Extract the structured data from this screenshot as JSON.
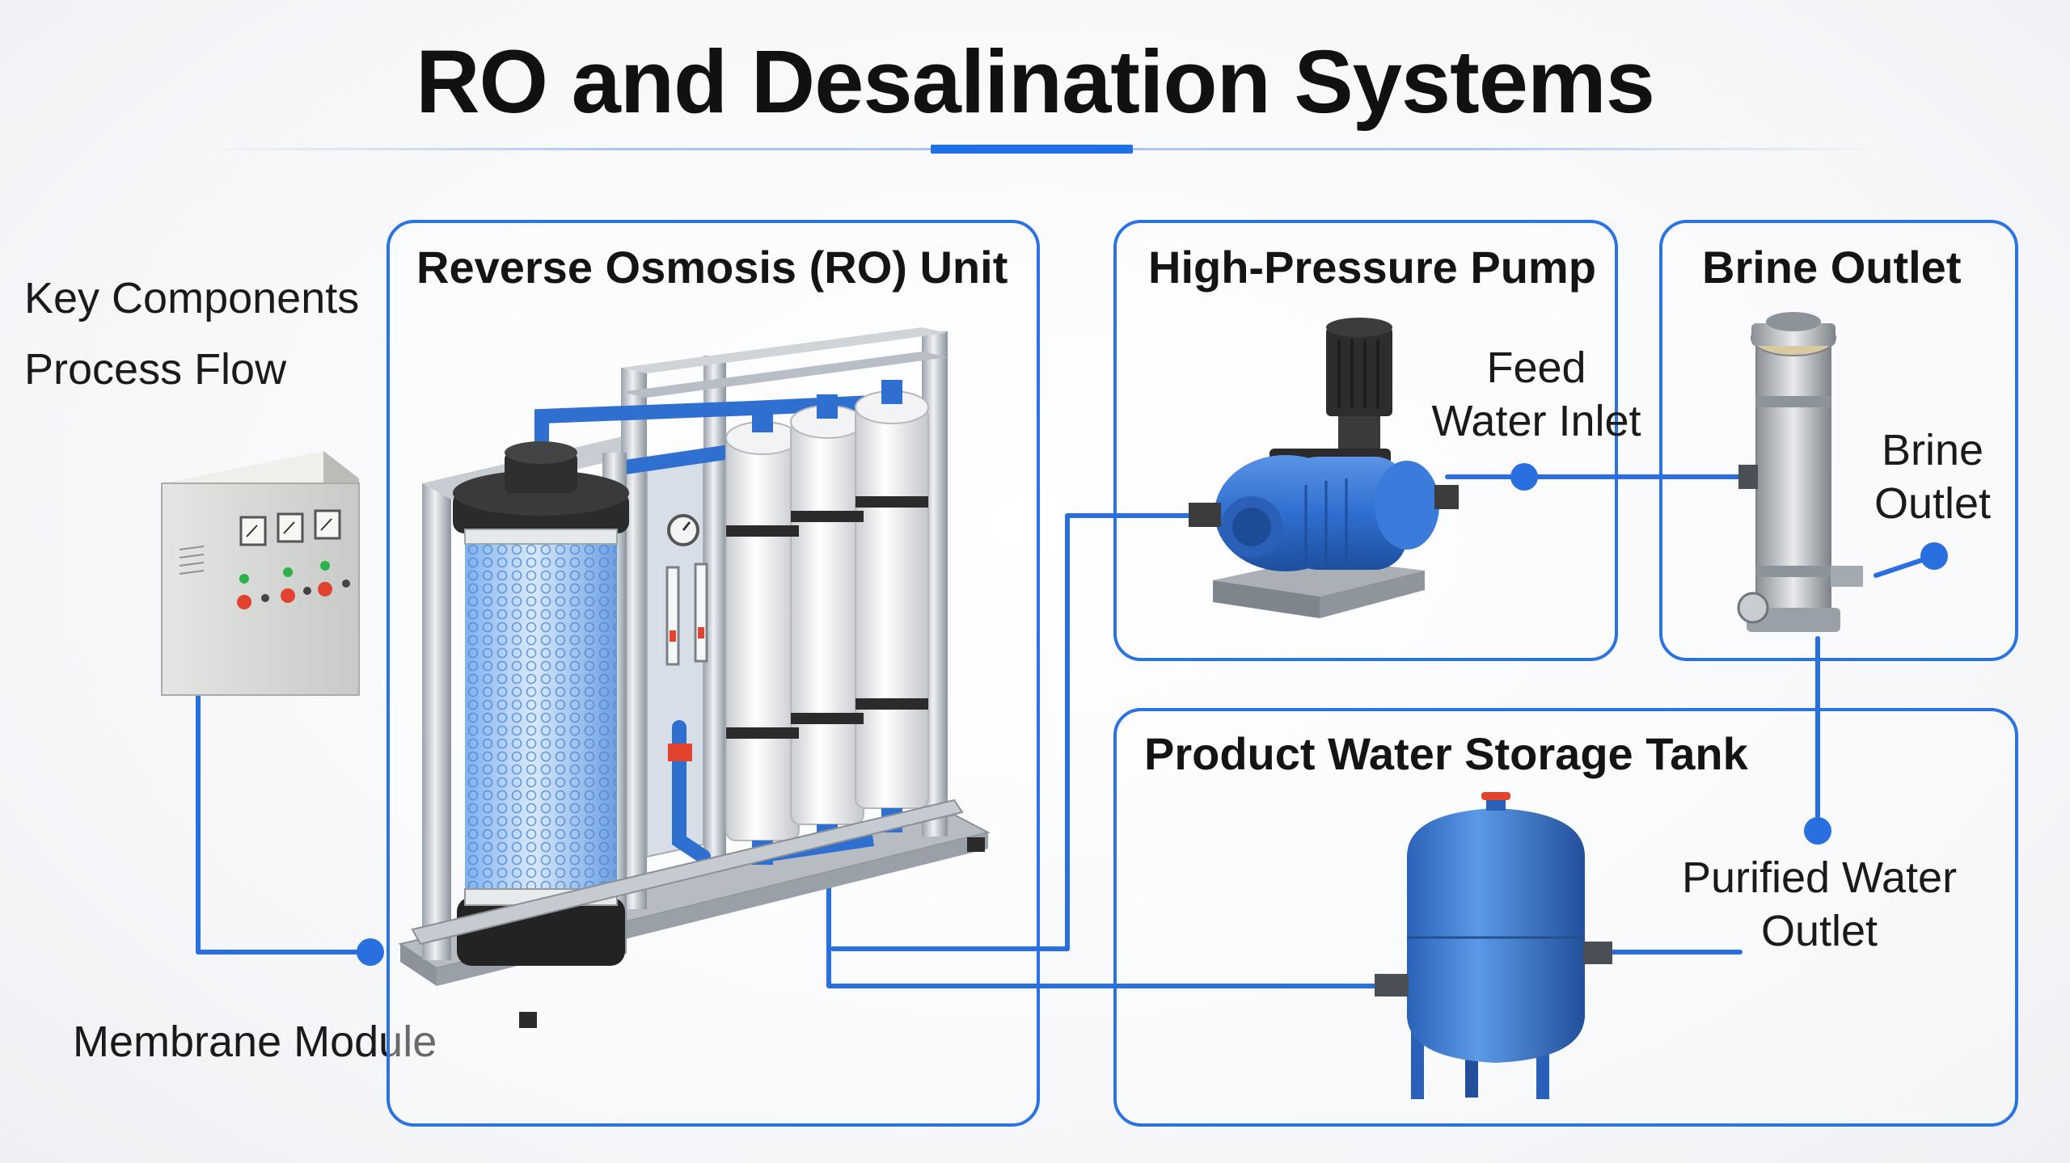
{
  "title": "RO and Desalination Systems",
  "colors": {
    "accent": "#1f6fe5",
    "panel_border": "#2b73e0",
    "flow_line": "#2a6fe0",
    "pump_blue": "#2f6fd0",
    "tank_blue": "#3b7fd9"
  },
  "side_labels": {
    "key_components": "Key Components",
    "process_flow": "Process Flow",
    "membrane_module": "Membrane Module"
  },
  "panels": {
    "ro_unit": {
      "title": "Reverse Osmosis (RO) Unit"
    },
    "pump": {
      "title": "High-Pressure Pump",
      "label_line1": "Feed",
      "label_line2": "Water Inlet"
    },
    "brine": {
      "title": "Brine Outlet",
      "label_line1": "Brine",
      "label_line2": "Outlet"
    },
    "storage": {
      "title": "Product Water Storage Tank",
      "label_line1": "Purified Water",
      "label_line2": "Outlet"
    }
  },
  "icons": [
    "control-panel-icon",
    "ro-unit-illustration",
    "high-pressure-pump-icon",
    "brine-vessel-icon",
    "storage-tank-icon"
  ]
}
